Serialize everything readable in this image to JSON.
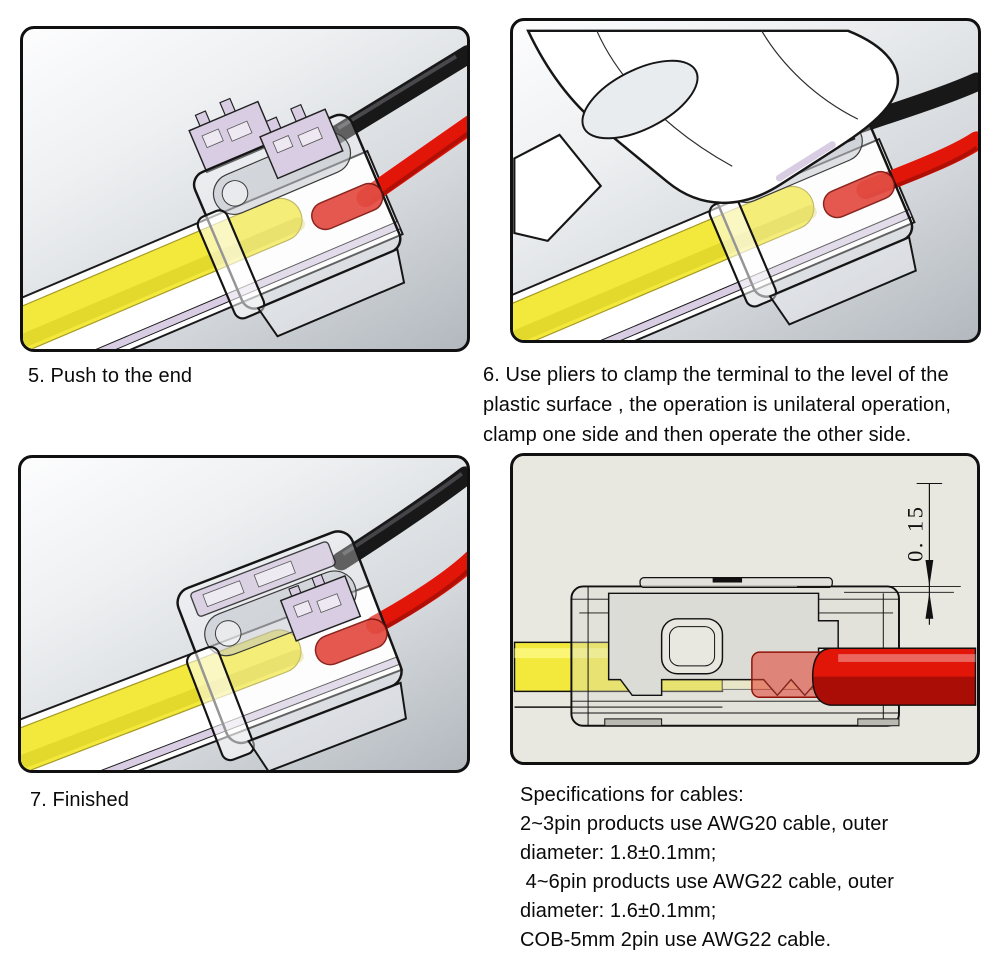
{
  "captions": {
    "step5": "5. Push to the end",
    "step6": "6. Use pliers to clamp the terminal to the level of the plastic surface , the operation is unilateral operation, clamp one side and then operate the other side.",
    "step7": "7. Finished"
  },
  "specs": {
    "title": "Specifications for cables:",
    "lines": [
      "2~3pin products use AWG20 cable, outer",
      "diameter: 1.8±0.1mm;",
      " 4~6pin products use AWG22 cable, outer",
      "diameter: 1.6±0.1mm;",
      "COB-5mm 2pin use AWG22 cable."
    ]
  },
  "diagram": {
    "dimension_label": "0. 15"
  },
  "colors": {
    "strip_yellow": "#f2e93c",
    "strip_white": "#ffffff",
    "wire_red": "#e11508",
    "wire_black": "#181818",
    "terminal_lavender": "#d8cde2",
    "crimp_red": "#e2473d",
    "spec_panel_bg": "#e9e8e0",
    "panel_border": "#101010"
  }
}
